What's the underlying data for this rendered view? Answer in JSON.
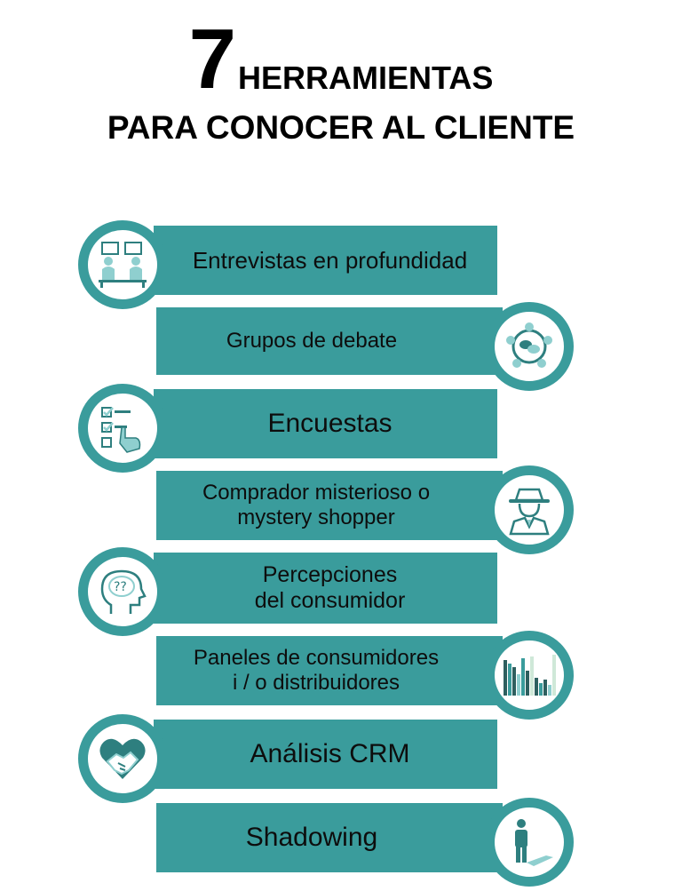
{
  "title": {
    "number": "7",
    "word": "HERRAMIENTAS",
    "subtitle": "PARA CONOCER AL CLIENTE"
  },
  "tools": [
    {
      "lines": [
        "Entrevistas en profundidad"
      ],
      "icon": "interview-icon"
    },
    {
      "lines": [
        "Grupos de debate"
      ],
      "icon": "group-discussion-icon"
    },
    {
      "lines": [
        "Encuestas"
      ],
      "icon": "survey-checklist-icon"
    },
    {
      "lines": [
        "Comprador misterioso o",
        "mystery shopper"
      ],
      "icon": "detective-icon"
    },
    {
      "lines": [
        "Percepciones",
        "del consumidor"
      ],
      "icon": "head-question-icon"
    },
    {
      "lines": [
        "Paneles de consumidores",
        "i / o distribuidores"
      ],
      "icon": "bar-chart-icon"
    },
    {
      "lines": [
        "Análisis CRM"
      ],
      "icon": "heart-handshake-icon"
    },
    {
      "lines": [
        "Shadowing"
      ],
      "icon": "person-shadow-icon"
    }
  ],
  "colors": {
    "teal": "#3a9c9c",
    "text": "#0d0d0d",
    "icon_dark": "#2e7f7f",
    "icon_light": "#8fcfcf"
  }
}
